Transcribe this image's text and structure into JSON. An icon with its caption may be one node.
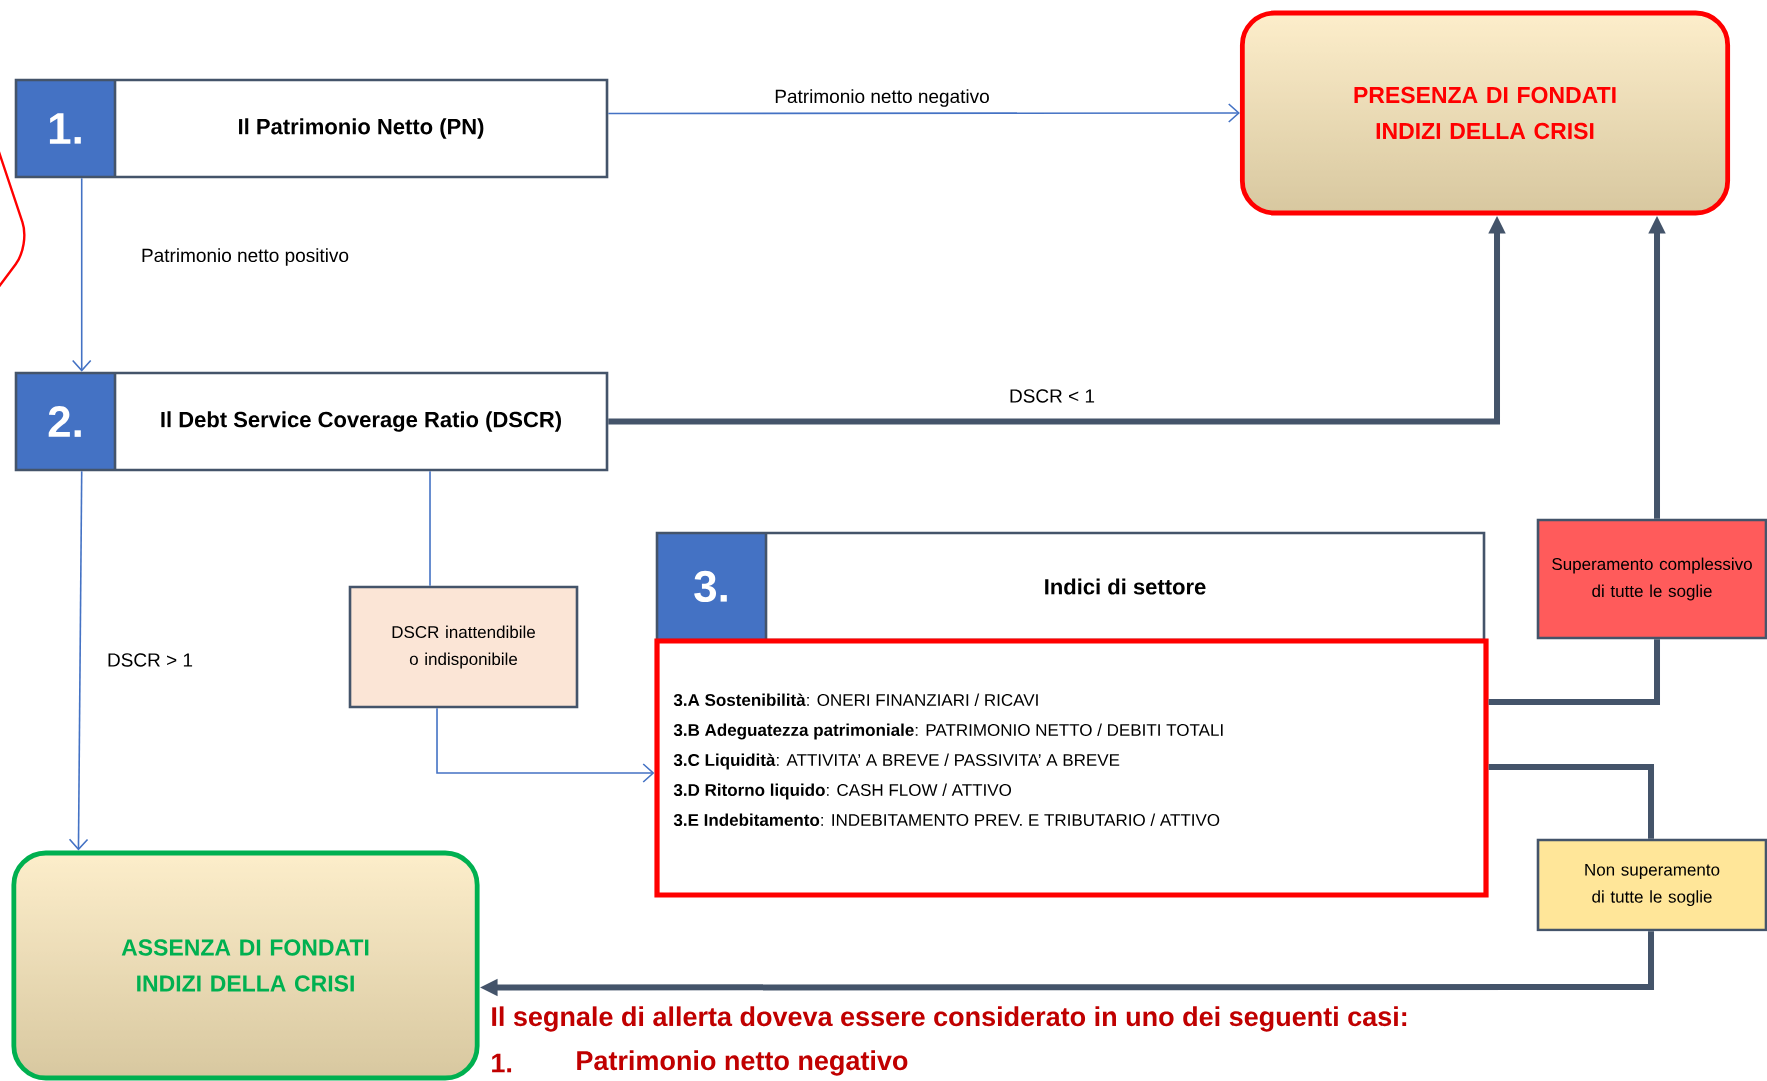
{
  "diagram": {
    "nodes": [
      {
        "text": [
          "PRESENZA DI FONDATI INDIZI DELLA CRISI"
        ]
      },
      {
        "text": [
          "1.",
          "Il Patrimonio Netto (PN)"
        ]
      },
      {
        "text": [
          "2.",
          "Il Debt Service Coverage Ratio (DSCR)"
        ]
      },
      {
        "text": [
          "Superamento complessivo di tutte le soglie"
        ]
      },
      {
        "text": [
          "DSCR inattendibile o indisponibile"
        ]
      },
      {
        "text": [
          "3.",
          "Indici di settore"
        ]
      },
      {
        "text": [
          "**3.A  Sostenibilità**: ONERI FINANZIARI / RICAVI",
          "**3.B  Adeguatezza patrimoniale**: PATRIMONIO NETTO / DEBITI TOTALI",
          "**3.C  Liquidità**: ATTIVITA’ A BREVE / PASSIVITA’ A BREVE",
          "**3.D  Ritorno liquido**: CASH FLOW / ATTIVO",
          "**3.E  Indebitamento**: INDEBITAMENTO PREV. E TRIBUTARIO / ATTIVO"
        ]
      },
      {
        "text": [
          "Non superamento di tutte le soglie"
        ]
      },
      {
        "text": [
          "ASSENZA DI FONDATI INDIZI DELLA CRISI"
        ]
      }
    ],
    "edges": [
      {
        "from": 1,
        "to": 0,
        "arrow": "to",
        "label": "Patrimonio netto negativo"
      },
      {
        "from": 1,
        "to": 2,
        "arrow": "to",
        "label": "Patrimonio netto positivo"
      },
      {
        "from": 2,
        "to": 0,
        "arrow": "to",
        "label": "DSCR < 1",
        "style": "thick",
        "color": "#44546a"
      },
      {
        "from": 2,
        "to": 4,
        "arrow": "none"
      },
      {
        "from": 4,
        "to": 6,
        "arrow": "to"
      },
      {
        "from": 2,
        "to": 8,
        "arrow": "to",
        "label": "DSCR > 1"
      },
      {
        "from": 6,
        "to": 3,
        "arrow": "none",
        "style": "thick",
        "color": "#44546a"
      },
      {
        "from": 3,
        "to": 0,
        "arrow": "to",
        "style": "thick",
        "color": "#44546a"
      },
      {
        "from": 6,
        "to": 7,
        "arrow": "none",
        "style": "thick",
        "color": "#44546a"
      },
      {
        "from": 7,
        "to": 8,
        "arrow": "to",
        "style": "thick",
        "color": "#44546a"
      }
    ],
    "labels": [
      "Il segnale di allerta doveva essere considerato in uno dei seguenti casi:",
      "1.",
      "Patrimonio netto negativo"
    ]
  }
}
